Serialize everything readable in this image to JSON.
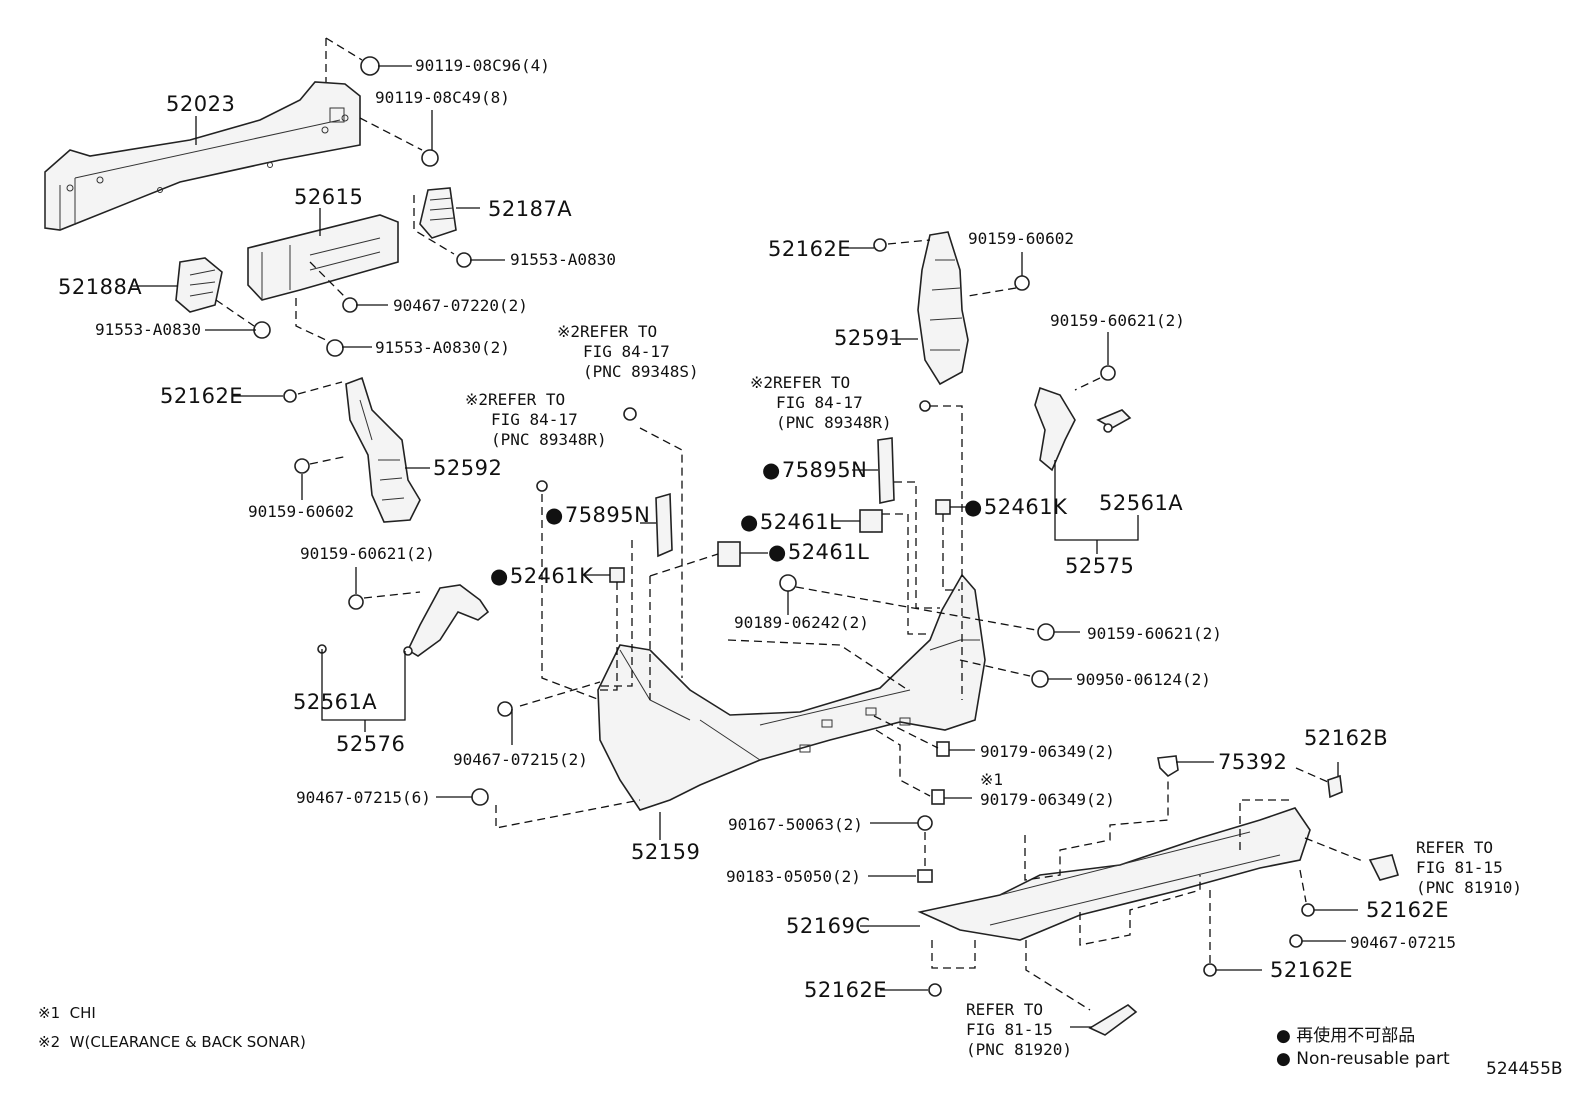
{
  "figure_id": "524455B",
  "footnotes": [
    {
      "mark": "※1",
      "text": "CHI"
    },
    {
      "mark": "※2",
      "text": "W(CLEARANCE & BACK SONAR)"
    }
  ],
  "legend": {
    "symbol": "●",
    "japanese": "再使用不可部品",
    "english": "Non-reusable part"
  },
  "labels": {
    "p90119_08C96": "90119-08C96(4)",
    "p90119_08C49": "90119-08C49(8)",
    "p52023": "52023",
    "p52615": "52615",
    "p52187A": "52187A",
    "p91553_A0830_a": "91553-A0830",
    "p52188A": "52188A",
    "p90467_07220": "90467-07220(2)",
    "p91553_A0830_b": "91553-A0830",
    "p91553_A0830_c": "91553-A0830(2)",
    "p52162E_a": "52162E",
    "p52592": "52592",
    "p90159_60602_a": "90159-60602",
    "p90159_60621_a": "90159-60621(2)",
    "p52561A_a": "52561A",
    "p52576": "52576",
    "p90467_07215_6": "90467-07215(6)",
    "ref1": [
      "※2REFER TO",
      "FIG 84-17",
      "(PNC 89348S)"
    ],
    "ref2": [
      "※2REFER TO",
      "FIG 84-17",
      "(PNC 89348R)"
    ],
    "ref3": [
      "※2REFER TO",
      "FIG 84-17",
      "(PNC 89348R)"
    ],
    "p75895N_a": "75895N",
    "p52461K_a": "52461K",
    "p52461L_a": "52461L",
    "p52461L_b": "52461L",
    "p75895N_b": "75895N",
    "p52461K_b": "52461K",
    "p90189_06242": "90189-06242(2)",
    "p90467_07215_2": "90467-07215(2)",
    "p52159": "52159",
    "p52162E_b": "52162E",
    "p90159_60602_b": "90159-60602",
    "p52591": "52591",
    "p90159_60621_b": "90159-60621(2)",
    "p52561A_b": "52561A",
    "p52575": "52575",
    "p90159_60621_c": "90159-60621(2)",
    "p90950_06124": "90950-06124(2)",
    "p90179_06349_a": "90179-06349(2)",
    "mark1": "※1",
    "p90179_06349_b": "90179-06349(2)",
    "p75392": "75392",
    "p52162B": "52162B",
    "p90167_50063": "90167-50063(2)",
    "p90183_05050": "90183-05050(2)",
    "p52169C": "52169C",
    "p52162E_c": "52162E",
    "ref4": [
      "REFER TO",
      "FIG 81-15",
      "(PNC 81910)"
    ],
    "p52162E_d": "52162E",
    "p90467_07215_s": "90467-07215",
    "p52162E_e": "52162E",
    "ref5": [
      "REFER TO",
      "FIG 81-15",
      "(PNC 81920)"
    ]
  }
}
